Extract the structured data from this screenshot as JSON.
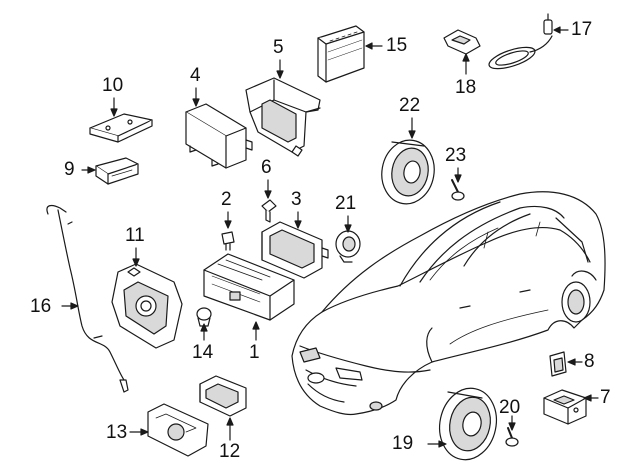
{
  "diagram": {
    "callouts": [
      {
        "id": "c1",
        "text": "1"
      },
      {
        "id": "c2",
        "text": "2"
      },
      {
        "id": "c3",
        "text": "3"
      },
      {
        "id": "c4",
        "text": "4"
      },
      {
        "id": "c5",
        "text": "5"
      },
      {
        "id": "c6",
        "text": "6"
      },
      {
        "id": "c7",
        "text": "7"
      },
      {
        "id": "c8",
        "text": "8"
      },
      {
        "id": "c9",
        "text": "9"
      },
      {
        "id": "c10",
        "text": "10"
      },
      {
        "id": "c11",
        "text": "11"
      },
      {
        "id": "c12",
        "text": "12"
      },
      {
        "id": "c13",
        "text": "13"
      },
      {
        "id": "c14",
        "text": "14"
      },
      {
        "id": "c15",
        "text": "15"
      },
      {
        "id": "c16",
        "text": "16"
      },
      {
        "id": "c17",
        "text": "17"
      },
      {
        "id": "c18",
        "text": "18"
      },
      {
        "id": "c19",
        "text": "19"
      },
      {
        "id": "c20",
        "text": "20"
      },
      {
        "id": "c21",
        "text": "21"
      },
      {
        "id": "c22",
        "text": "22"
      },
      {
        "id": "c23",
        "text": "23"
      }
    ],
    "colors": {
      "line": "#1a1a1a",
      "fill": "#ffffff",
      "shade": "#d9d9d9"
    }
  }
}
